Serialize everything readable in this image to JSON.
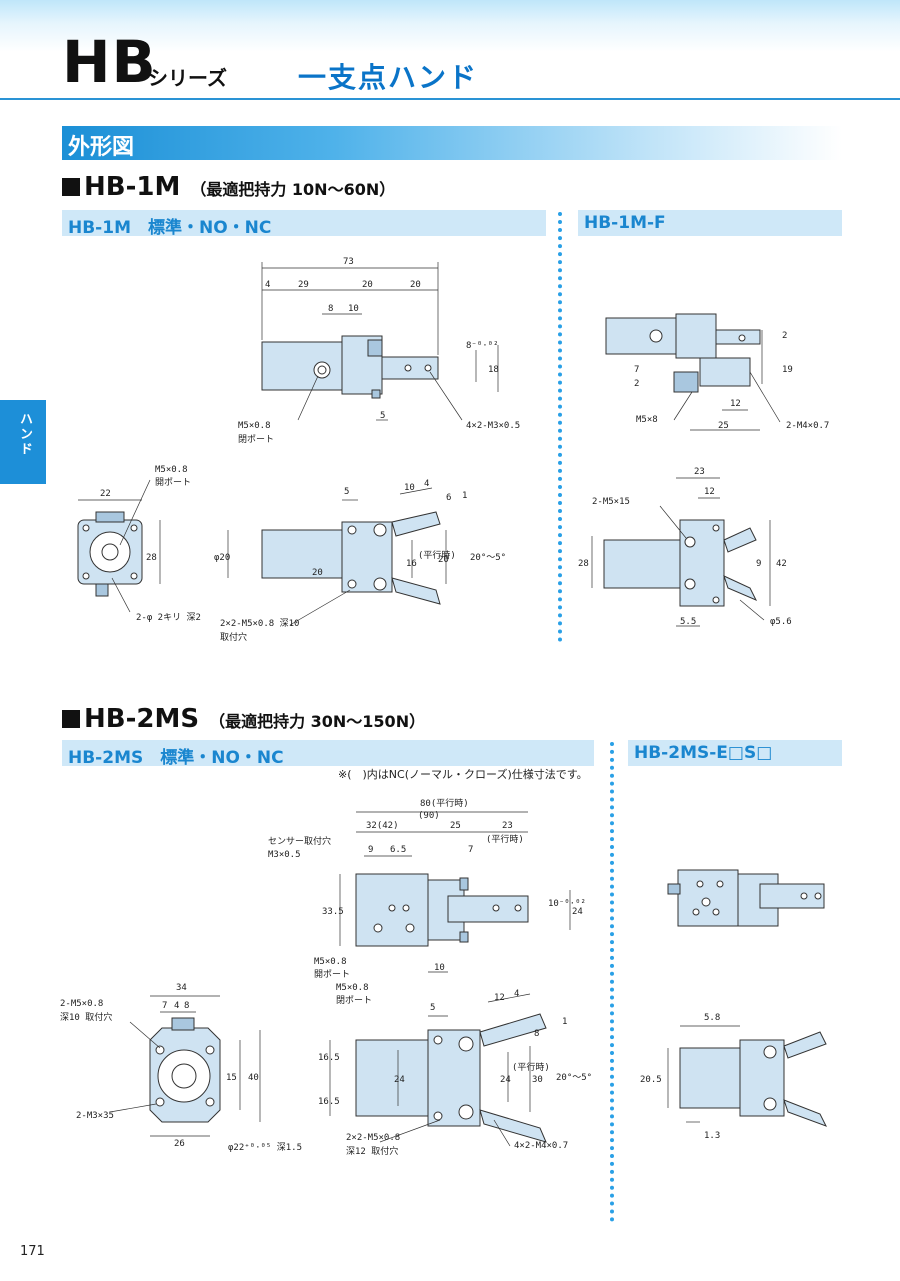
{
  "header": {
    "series": "HB",
    "series_suffix": "シリーズ",
    "series_name": "一支点ハンド"
  },
  "section": {
    "title": "外形図"
  },
  "side_tab": {
    "label": "ハンド"
  },
  "hb1m": {
    "model": "HB-1M",
    "capacity": "（最適把持力 10N〜60N）",
    "sub_left": "HB-1M　標準・NO・NC",
    "sub_right": "HB-1M-F",
    "dims": {
      "d73": "73",
      "d4": "4",
      "d29": "29",
      "d20a": "20",
      "d20b": "20",
      "d8": "8",
      "d10": "10",
      "d5": "5",
      "d18": "18",
      "dtol": "8⁻⁰·⁰²",
      "port": "M5×0.8",
      "port_label": "閉ポート",
      "tap": "4×2-M3×0.5",
      "side_22": "22",
      "side_28": "28",
      "side_port": "M5×0.8",
      "side_port_label": "開ポート",
      "side_pin": "2-φ 2キリ 深2",
      "f5": "5",
      "f10": "10",
      "f4": "4",
      "f6": "6",
      "f1": "1",
      "fphi20": "φ20",
      "f20": "20",
      "f16": "16",
      "fpar": "(平行時)",
      "f20b": "20",
      "fangle": "20°〜5°",
      "mount": "2×2-M5×0.8 深10",
      "mount_label": "取付穴",
      "F_2": "2",
      "F_19": "19",
      "F_7": "7",
      "F_2b": "2",
      "F_12": "12",
      "F_25": "25",
      "F_m5": "M5×8",
      "F_tap": "2-M4×0.7",
      "F_23": "23",
      "F_12b": "12",
      "F_m5b": "2-M5×15",
      "F_28": "28",
      "F_42": "42",
      "F_9": "9",
      "F_55": "5.5",
      "F_phi": "φ5.6"
    }
  },
  "hb2ms": {
    "model": "HB-2MS",
    "capacity": "（最適把持力 30N〜150N）",
    "sub_left": "HB-2MS　標準・NO・NC",
    "sub_right": "HB-2MS-E□S□",
    "note": "※(　)内はNC(ノーマル・クローズ)仕様寸法です。",
    "dims": {
      "d80": "80(平行時)",
      "d90": "(90)",
      "d32": "32(42)",
      "d25": "25",
      "d23": "23",
      "dpar": "(平行時)",
      "sensor": "センサー取付穴",
      "sensor_m": "M3×0.5",
      "d9": "9",
      "d65": "6.5",
      "d7": "7",
      "d335": "33.5",
      "d0": "0",
      "dtol": "10⁻⁰·⁰²",
      "d24": "24",
      "port_o": "M5×0.8",
      "port_o_label": "開ポート",
      "port_c": "M5×0.8",
      "port_c_label": "閉ポート",
      "d10": "10",
      "s34": "34",
      "s7": "7",
      "s4": "4",
      "s8": "8",
      "s_mount": "2-M5×0.8",
      "s_mount2": "深10 取付穴",
      "s15": "15",
      "s40": "40",
      "s_tap": "2-M3×35",
      "s26": "26",
      "s_phi": "φ22⁺⁰·⁰⁵ 深1.5",
      "b5": "5",
      "b12": "12",
      "b4": "4",
      "b8": "8",
      "b1": "1",
      "b165a": "16.5",
      "b165b": "16.5",
      "b24a": "24",
      "b24b": "24",
      "bpar": "(平行時)",
      "b30": "30",
      "bangle": "20°〜5°",
      "b_mount": "2×2-M5×0.8",
      "b_mount2": "深12 取付穴",
      "b_tap": "4×2-M4×0.7",
      "e58": "5.8",
      "e205": "20.5",
      "e13": "1.3"
    }
  },
  "page_number": "171"
}
